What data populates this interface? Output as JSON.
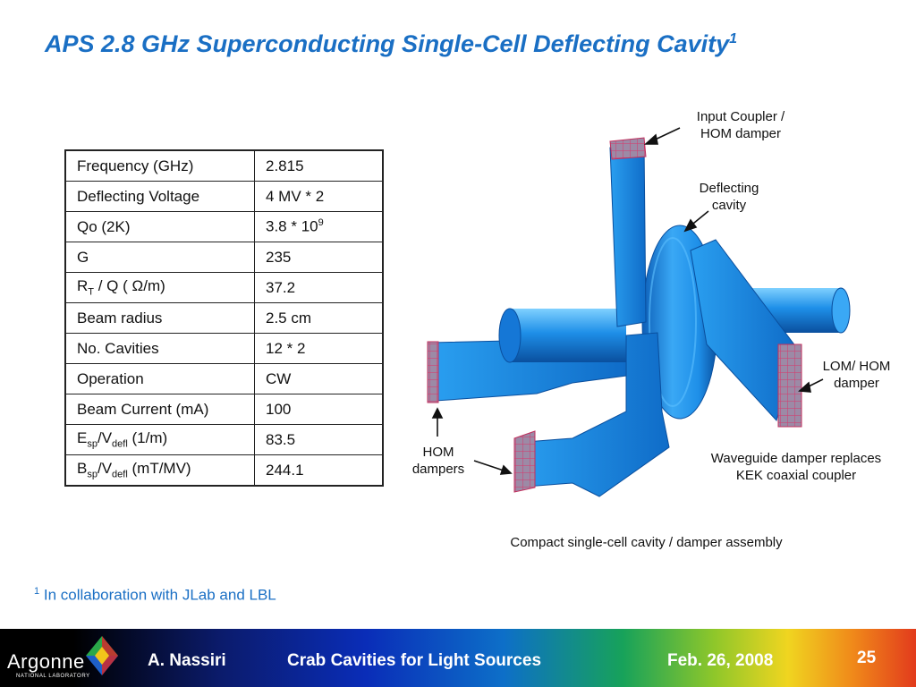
{
  "slide": {
    "title": "APS 2.8 GHz Superconducting Single-Cell Deflecting Cavity",
    "title_sup": "1"
  },
  "table": {
    "rows": [
      {
        "k": "Frequency (GHz)",
        "v": "2.815"
      },
      {
        "k": "Deflecting Voltage",
        "v": "4 MV * 2"
      },
      {
        "k": "Qo (2K)",
        "v": "3.8 * 10",
        "v_sup": "9"
      },
      {
        "k": "G",
        "v": "235"
      },
      {
        "k": "R",
        "k_sub": "T",
        "k_rest": " / Q ( Ω/m)",
        "v": "37.2"
      },
      {
        "k": "Beam radius",
        "v": "2.5 cm"
      },
      {
        "k": "No. Cavities",
        "v": "12 * 2"
      },
      {
        "k": "Operation",
        "v": "CW"
      },
      {
        "k": "Beam Current (mA)",
        "v": "100"
      },
      {
        "k": "E",
        "k_sub": "sp",
        "k_mid": "/V",
        "k_sub2": "defl",
        "k_rest": " (1/m)",
        "v": "83.5"
      },
      {
        "k": "B",
        "k_sub": "sp",
        "k_mid": "/V",
        "k_sub2": "defl",
        "k_rest": " (mT/MV)",
        "v": "244.1"
      }
    ]
  },
  "labels": {
    "input_coupler": "Input Coupler /\nHOM damper",
    "deflecting_cavity": "Deflecting\ncavity",
    "lom_hom": "LOM/ HOM\ndamper",
    "hom_dampers": "HOM\ndampers",
    "waveguide": "Waveguide damper replaces\nKEK coaxial coupler",
    "caption": "Compact single-cell cavity / damper assembly"
  },
  "footnote": {
    "mark": "1",
    "text": "In collaboration with JLab and LBL"
  },
  "footer": {
    "logo_word": "Argonne",
    "logo_sub": "NATIONAL LABORATORY",
    "author": "A. Nassiri",
    "talk": "Crab Cavities for Light Sources",
    "date": "Feb. 26, 2008",
    "page": "25"
  },
  "colors": {
    "title": "#1a6fc4",
    "cavity_blue": "#1e8fe8",
    "damper_pink": "#e06a8a"
  }
}
